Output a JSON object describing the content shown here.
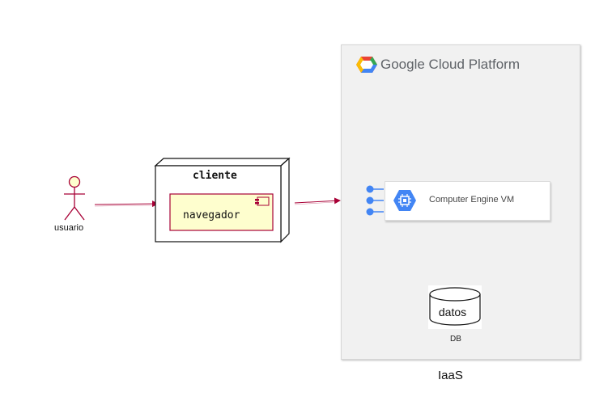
{
  "diagram": {
    "actor": {
      "label": "usuario",
      "icon": "stick-figure-icon"
    },
    "client_node": {
      "title": "cliente",
      "component_label": "navegador",
      "component_icon": "component-icon"
    },
    "gcp": {
      "brand_google": "Google",
      "brand_rest": " Cloud Platform",
      "logo_icon": "google-cloud-hexagon-icon",
      "compute": {
        "label": "Computer Engine VM",
        "icon": "compute-engine-chip-icon"
      },
      "database": {
        "label": "datos",
        "caption": "DB",
        "icon": "database-cylinder-icon"
      },
      "caption": "IaaS"
    },
    "colors": {
      "arrow": "#a80036",
      "actor_fill": "#fefece",
      "actor_stroke": "#a80036",
      "component_fill": "#fefece",
      "component_stroke": "#a80036",
      "gcp_blue": "#4285f4",
      "panel_bg": "#f1f1f1"
    }
  }
}
